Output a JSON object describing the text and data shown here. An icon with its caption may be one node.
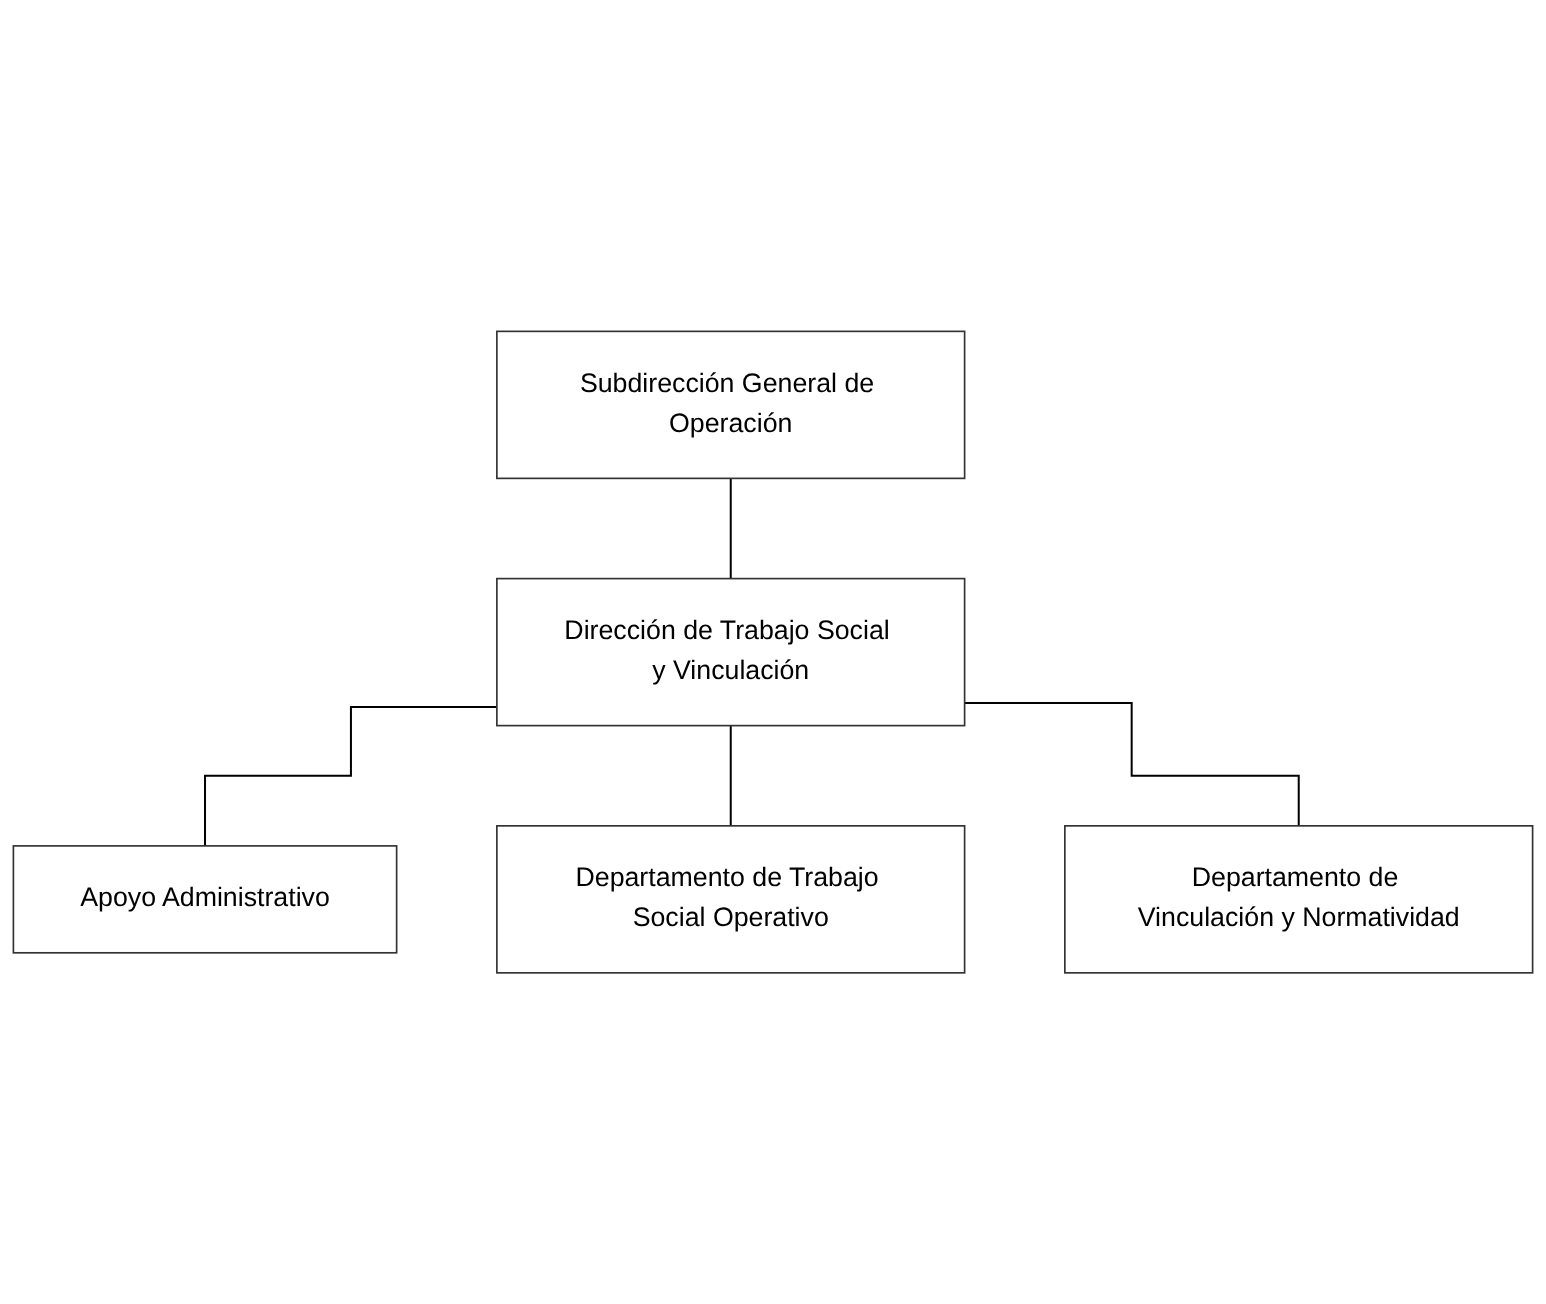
{
  "diagram": {
    "nodes": [
      {
        "text": [
          "Subdirección General de Operación"
        ]
      },
      {
        "text": [
          "Dirección de Trabajo Social y Vinculación"
        ]
      },
      {
        "text": [
          "Apoyo Administrativo"
        ]
      },
      {
        "text": [
          "Departamento de Trabajo Social Operativo"
        ]
      },
      {
        "text": [
          "Departamento de Vinculación y Normatividad"
        ]
      }
    ],
    "edges": [
      {
        "from": 0,
        "to": 1,
        "arrow": "none"
      },
      {
        "from": 1,
        "to": 2,
        "arrow": "none"
      },
      {
        "from": 1,
        "to": 3,
        "arrow": "none"
      },
      {
        "from": 1,
        "to": 4,
        "arrow": "none"
      }
    ]
  }
}
